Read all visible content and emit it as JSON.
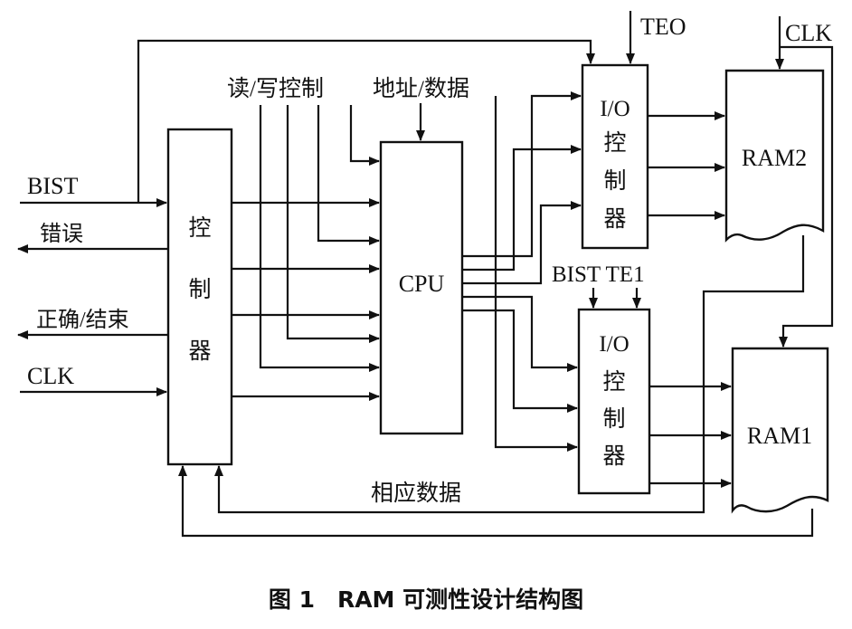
{
  "external": {
    "bist": "BIST",
    "error": "错误",
    "done": "正确/结束",
    "clk": "CLK",
    "rw_ctrl": "读/写控制",
    "addr_data": "地址/数据",
    "teo": "TEO",
    "clk_top": "CLK",
    "bist_te1": "BIST TE1",
    "resp_data": "相应数据"
  },
  "blocks": {
    "controller": [
      "控",
      "制",
      "器"
    ],
    "cpu": "CPU",
    "io_top": [
      "I/O",
      "控",
      "制",
      "器"
    ],
    "io_bottom": [
      "I/O",
      "控",
      "制",
      "器"
    ],
    "ram2": "RAM2",
    "ram1": "RAM1"
  },
  "caption": "图 1　RAM 可测性设计结构图"
}
